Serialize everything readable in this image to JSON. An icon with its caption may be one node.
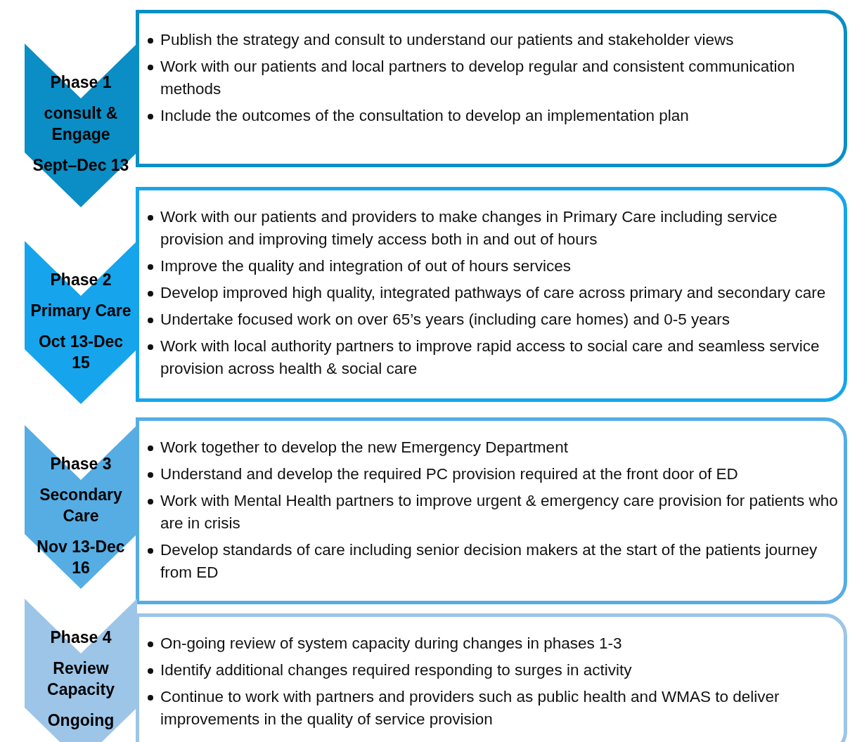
{
  "diagram": {
    "nodes": [
      {
        "text": [
          "Phase 1",
          "consult & Engage",
          "Sept–Dec 13"
        ]
      },
      {
        "text": [
          "Publish the strategy and consult to understand our patients and stakeholder views",
          "Work with our patients and  local partners to develop regular and consistent communication methods",
          "Include the outcomes of the consultation to develop an implementation plan"
        ]
      },
      {
        "text": [
          "Phase 2",
          "Primary Care",
          "Oct 13-Dec 15"
        ]
      },
      {
        "text": [
          "Work with our patients and providers to make changes in Primary Care including service provision and improving timely access both in and out of hours",
          "Improve the quality and integration of out of hours services",
          "Develop improved high quality, integrated pathways of care across primary and secondary care",
          "Undertake focused work on over 65’s years (including care homes) and 0-5 years",
          "Work with local authority partners to improve rapid access to social care and seamless service provision across health & social care"
        ]
      },
      {
        "text": [
          "Phase 3",
          "Secondary Care",
          "Nov 13-Dec 16"
        ]
      },
      {
        "text": [
          "Work together to develop the new Emergency Department",
          "Understand  and develop the required PC provision required at the front door of ED",
          "Work with Mental Health partners to improve urgent & emergency care provision for patients who are in crisis",
          "Develop standards of care including senior decision makers at the start of the patients journey from ED"
        ]
      },
      {
        "text": [
          "Phase 4",
          "Review Capacity",
          "Ongoing"
        ]
      },
      {
        "text": [
          "On-going review of system capacity during changes in phases 1-3",
          "Identify additional changes required responding to surges in activity",
          "Continue to work with partners and providers such as public health and WMAS to deliver improvements in the quality of service provision"
        ]
      }
    ]
  }
}
